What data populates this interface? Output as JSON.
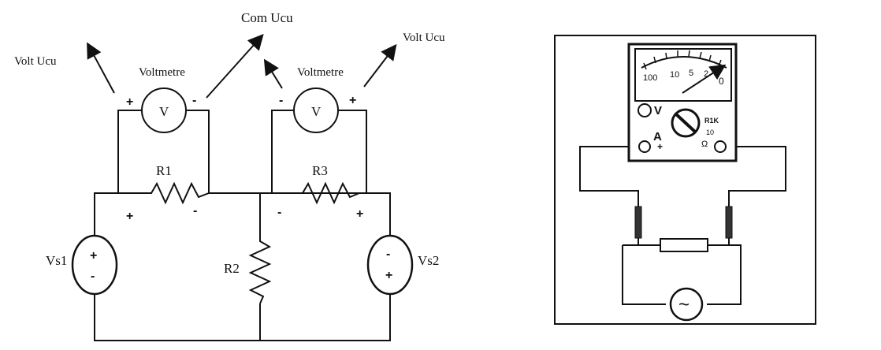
{
  "circuit": {
    "labels": {
      "volt_left": "Volt Ucu",
      "com": "Com Ucu",
      "volt_right": "Volt Ucu",
      "voltmeter_left": "Voltmetre",
      "voltmeter_right": "Voltmetre",
      "meter_symbol_left": "V",
      "meter_symbol_right": "V",
      "r1": "R1",
      "r2": "R2",
      "r3": "R3",
      "vs1": "Vs1",
      "vs2": "Vs2"
    },
    "signs": {
      "vm_left_plus": "+",
      "vm_left_minus": "-",
      "vm_right_minus": "-",
      "vm_right_plus": "+",
      "r1_plus": "+",
      "r1_minus": "-",
      "r3_minus": "-",
      "r3_plus": "+",
      "vs1_top": "+",
      "vs1_bottom": "-",
      "vs2_top": "-",
      "vs2_bottom": "+"
    }
  },
  "multimeter": {
    "scale_labels": [
      "100",
      "10",
      "5",
      "2",
      "0"
    ],
    "terminal_v": "V",
    "terminal_a": "A",
    "range_label": "R1K",
    "range_label_2": "10",
    "ohm_symbol": "Ω",
    "plus_sign": "+",
    "source_symbol": "~"
  },
  "colors": {
    "ink": "#111111",
    "background": "#ffffff"
  }
}
